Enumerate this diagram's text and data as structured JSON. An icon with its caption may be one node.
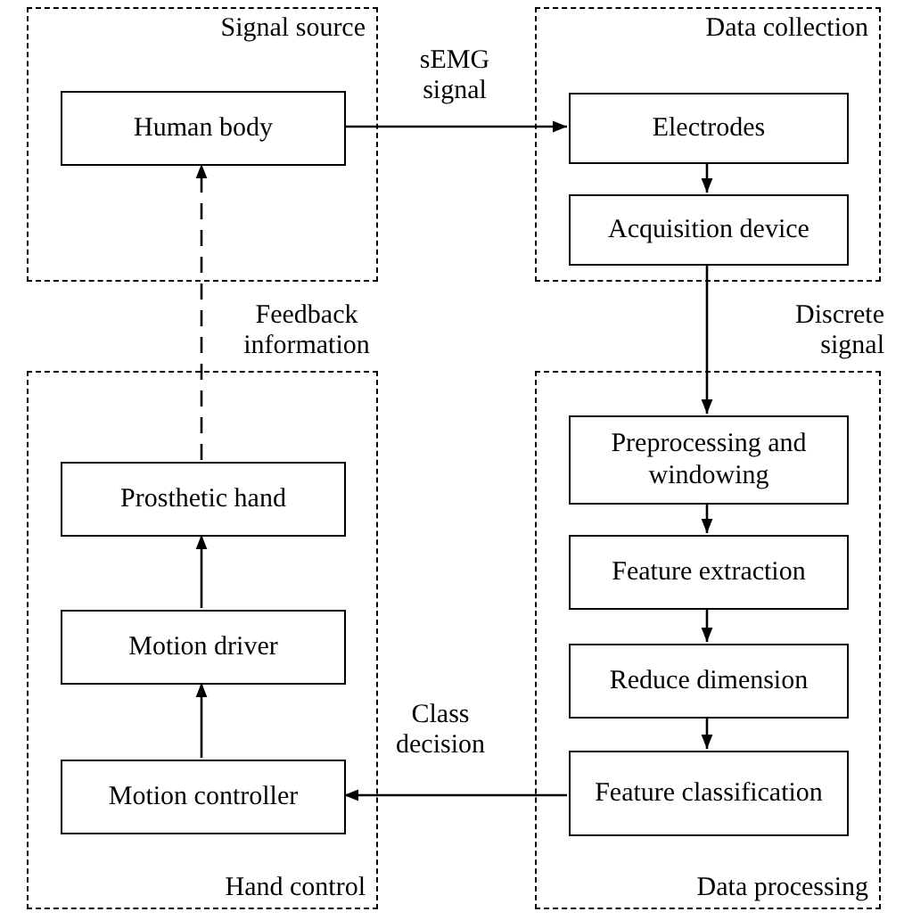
{
  "diagram": {
    "nodes": [
      {
        "text": [
          "Signal source"
        ]
      },
      {
        "text": [
          "Human body"
        ],
        "in": 0
      },
      {
        "text": [
          "Data collection"
        ]
      },
      {
        "text": [
          "Electrodes"
        ],
        "in": 2
      },
      {
        "text": [
          "Acquisition device"
        ],
        "in": 2
      },
      {
        "text": [
          "Hand control"
        ]
      },
      {
        "text": [
          "Prosthetic hand"
        ],
        "in": 5
      },
      {
        "text": [
          "Motion driver"
        ],
        "in": 5
      },
      {
        "text": [
          "Motion controller"
        ],
        "in": 5
      },
      {
        "text": [
          "Data processing"
        ]
      },
      {
        "text": [
          "Preprocessing and windowing"
        ],
        "in": 9
      },
      {
        "text": [
          "Feature extraction"
        ],
        "in": 9
      },
      {
        "text": [
          "Reduce dimension"
        ],
        "in": 9
      },
      {
        "text": [
          "Feature classification"
        ],
        "in": 9
      }
    ],
    "edges": [
      {
        "from": 1,
        "to": 3,
        "arrow": "to",
        "label": "sEMG signal"
      },
      {
        "from": 3,
        "to": 4,
        "arrow": "to"
      },
      {
        "from": 4,
        "to": 10,
        "arrow": "to",
        "label": "Discrete signal"
      },
      {
        "from": 10,
        "to": 11,
        "arrow": "to"
      },
      {
        "from": 11,
        "to": 12,
        "arrow": "to"
      },
      {
        "from": 12,
        "to": 13,
        "arrow": "to"
      },
      {
        "from": 13,
        "to": 8,
        "arrow": "to",
        "label": "Class decision"
      },
      {
        "from": 8,
        "to": 7,
        "arrow": "to"
      },
      {
        "from": 7,
        "to": 6,
        "arrow": "to"
      },
      {
        "from": 6,
        "to": 1,
        "arrow": "to",
        "label": "Feedback information",
        "style": "dashed"
      }
    ]
  }
}
